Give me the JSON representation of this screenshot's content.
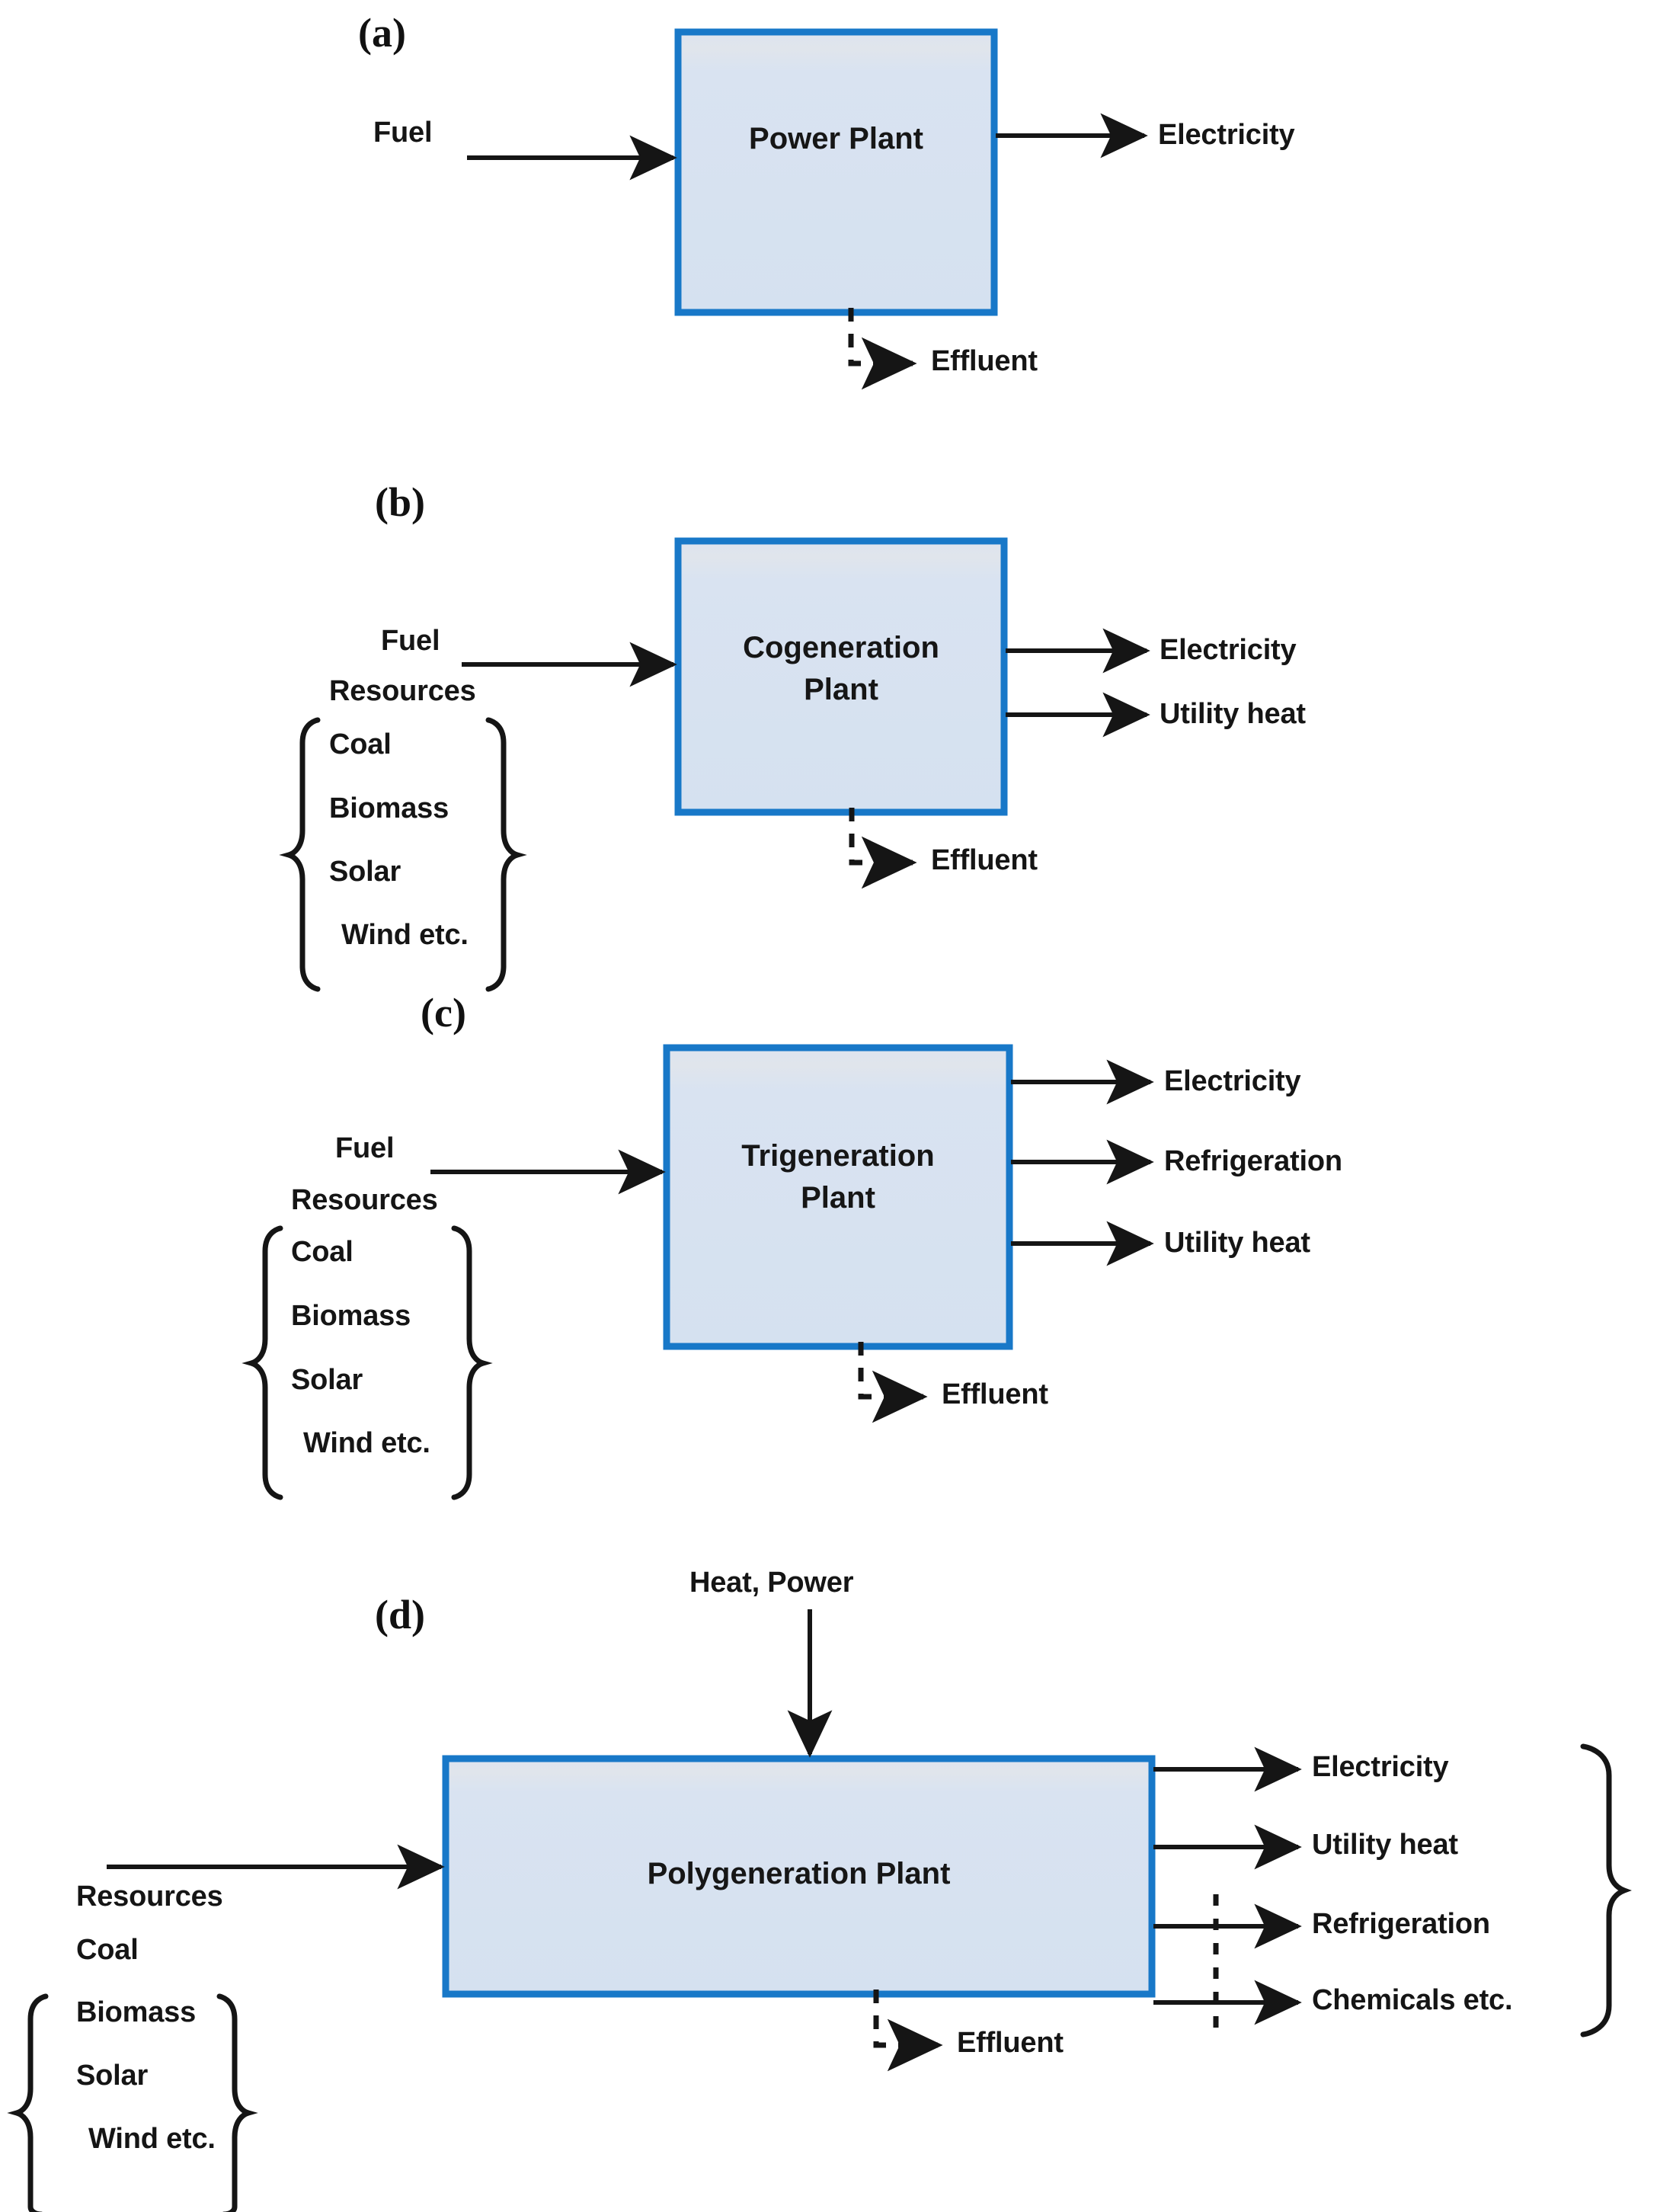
{
  "figure": {
    "type": "block-flow-diagram",
    "background": "#ffffff",
    "box_fill": "#d7e2f0",
    "box_border": "#1878c8",
    "line_color": "#1a1a1a"
  },
  "panels": [
    {
      "id": "(a)",
      "plant": "Power Plant",
      "inputs": [
        "Fuel"
      ],
      "outputs": [
        "Electricity"
      ],
      "waste": "Effluent",
      "resources_label": null,
      "resources": []
    },
    {
      "id": "(b)",
      "plant": "Cogeneration\nPlant",
      "inputs": [
        "Fuel"
      ],
      "outputs": [
        "Electricity",
        "Utility heat"
      ],
      "waste": "Effluent",
      "resources_label": "Resources",
      "resources": [
        "Coal",
        "Biomass",
        "Solar",
        "Wind  etc."
      ]
    },
    {
      "id": "(c)",
      "plant": "Trigeneration\nPlant",
      "inputs": [
        "Fuel"
      ],
      "outputs": [
        "Electricity",
        "Refrigeration",
        "Utility heat"
      ],
      "waste": "Effluent",
      "resources_label": "Resources",
      "resources": [
        "Coal",
        "Biomass",
        "Solar",
        "Wind  etc."
      ]
    },
    {
      "id": "(d)",
      "plant": "Polygeneration Plant",
      "top_input": "Heat, Power",
      "inputs": [
        "Resources"
      ],
      "outputs": [
        "Electricity",
        "Utility heat",
        "Refrigeration",
        "Chemicals etc."
      ],
      "waste": "Effluent",
      "resources_label": "Resources",
      "resources": [
        "Coal",
        "Biomass",
        "Solar",
        " Wind  etc."
      ]
    }
  ],
  "panel_a": {
    "id": "(a)",
    "title": "Power Plant",
    "input_fuel": "Fuel",
    "output_electricity": "Electricity",
    "effluent": "Effluent"
  },
  "panel_b": {
    "id": "(b)",
    "title_line1": "Cogeneration",
    "title_line2": "Plant",
    "input_fuel": "Fuel",
    "resources_label": "Resources",
    "res1": "Coal",
    "res2": "Biomass",
    "res3": "Solar",
    "res4": "Wind  etc.",
    "out1": "Electricity",
    "out2": "Utility heat",
    "effluent": "Effluent"
  },
  "panel_c": {
    "id": "(c)",
    "title_line1": "Trigeneration",
    "title_line2": "Plant",
    "input_fuel": "Fuel",
    "resources_label": "Resources",
    "res1": "Coal",
    "res2": "Biomass",
    "res3": "Solar",
    "res4": "Wind  etc.",
    "out1": "Electricity",
    "out2": "Refrigeration",
    "out3": "Utility heat",
    "effluent": "Effluent"
  },
  "panel_d": {
    "id": "(d)",
    "title": "Polygeneration Plant",
    "top_input": "Heat, Power",
    "input_resources": "Resources",
    "res1": "Coal",
    "res2": "Biomass",
    "res3": "Solar",
    "res4": "Wind  etc.",
    "out1": "Electricity",
    "out2": "Utility heat",
    "out3": "Refrigeration",
    "out4": "Chemicals etc.",
    "effluent": "Effluent"
  }
}
